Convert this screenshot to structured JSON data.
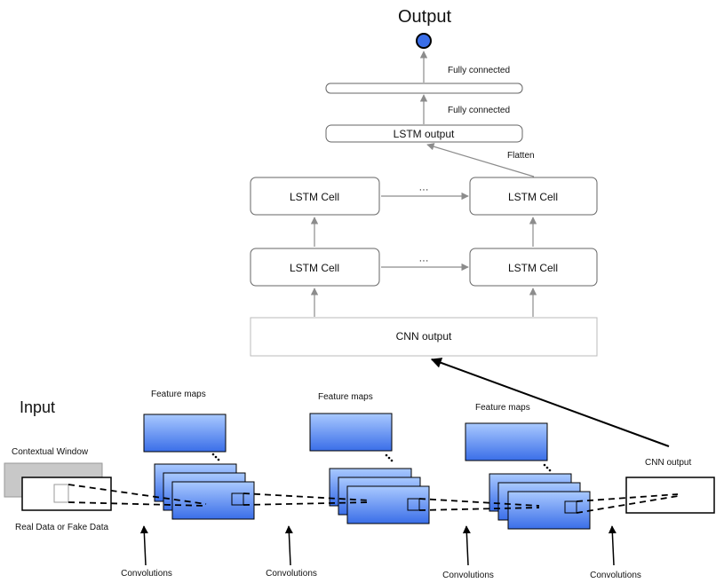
{
  "output_title": "Output",
  "input_title": "Input",
  "fc_label_top": "Fully connected",
  "fc_label_bottom": "Fully connected",
  "lstm_output_label": "LSTM output",
  "flatten_label": "Flatten",
  "lstm_cell_label": "LSTM Cell",
  "ellipsis": "···",
  "cnn_output_box_label": "CNN output",
  "feature_maps_label": "Feature maps",
  "contextual_window_label": "Contextual Window",
  "real_fake_label": "Real Data or Fake Data",
  "cnn_output_right_label": "CNN output",
  "convolutions_label": "Convolutions",
  "colors": {
    "output_node": "#3a6ee8",
    "feature_map_top": "#a9c9ff",
    "feature_map_bottom": "#3a6ee8",
    "arrow_gray": "#8c8c8c",
    "contextual_window": "#c8c8c8"
  }
}
